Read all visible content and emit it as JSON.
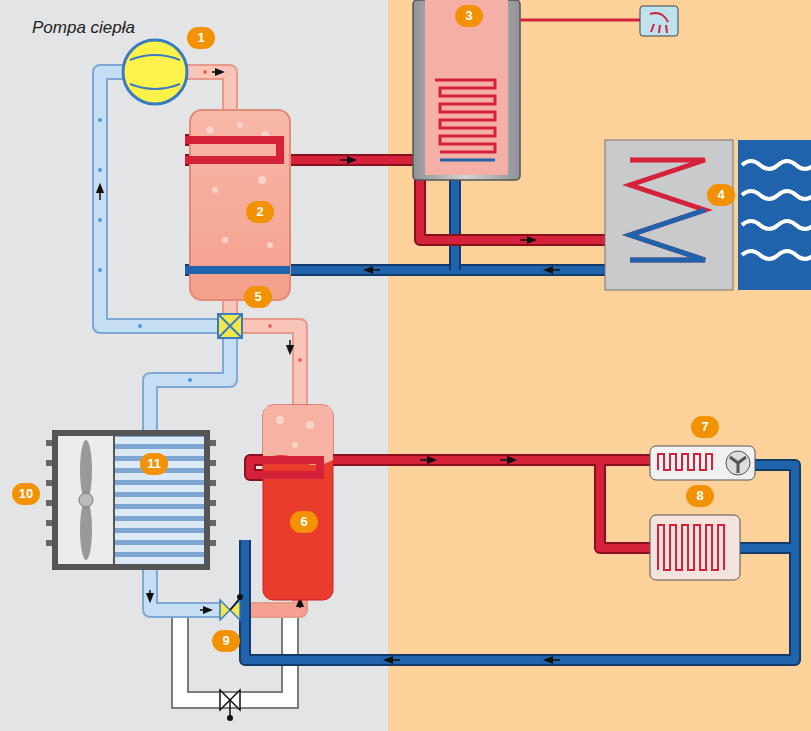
{
  "diagram": {
    "title": "Pompa ciepła",
    "labels": [
      "1",
      "2",
      "3",
      "4",
      "5",
      "6",
      "7",
      "8",
      "9",
      "10",
      "11"
    ]
  }
}
